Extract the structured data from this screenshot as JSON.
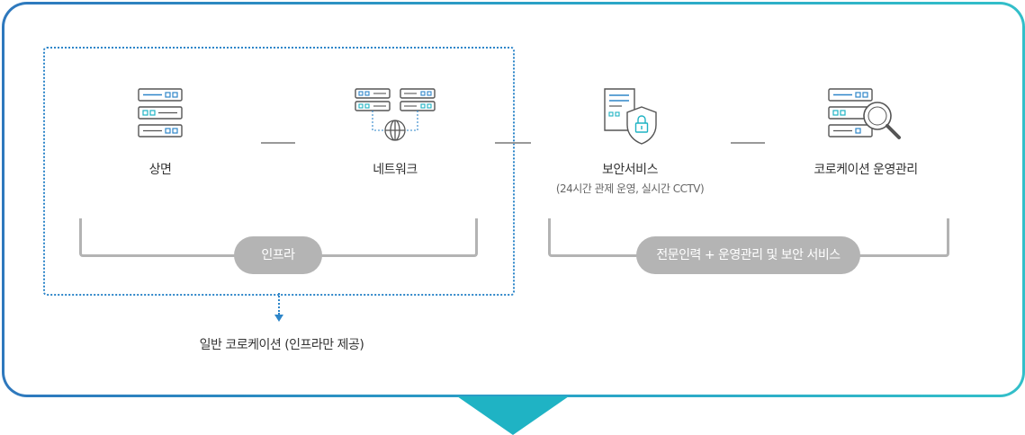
{
  "nodes": {
    "sangmyeon": "상면",
    "network": "네트워크",
    "security": "보안서비스",
    "security_sub": "(24시간 관제 운영, 실시간 CCTV)",
    "colocation_ops": "코로케이션 운영관리"
  },
  "groups": {
    "infra": "인프라",
    "managed": "전문인력 + 운영관리 및 보안 서비스"
  },
  "general_colocation": "일반 코로케이션 (인프라만 제공)",
  "colors": {
    "frame_start": "#2e78bd",
    "frame_end": "#33bfc9",
    "accent_blue": "#2e86c9",
    "accent_teal": "#1fb3c4",
    "pill_gray": "#b4b4b4"
  }
}
